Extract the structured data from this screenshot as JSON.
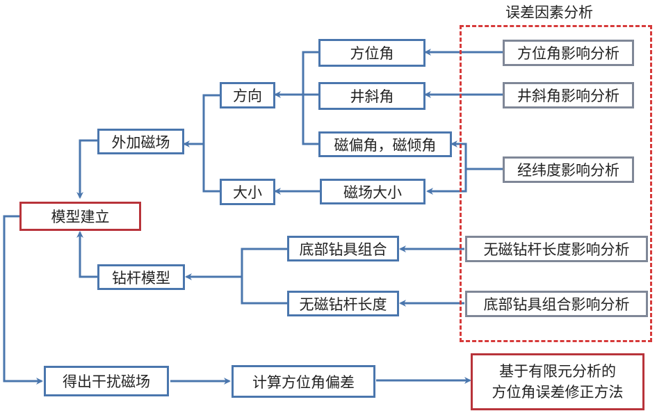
{
  "group": {
    "title": "误差因素分析"
  },
  "nodes": {
    "model": "模型建立",
    "external_field": "外加磁场",
    "direction": "方向",
    "magnitude": "大小",
    "azimuth": "方位角",
    "inclination": "井斜角",
    "declination_dip": "磁偏角，磁倾角",
    "field_magnitude": "磁场大小",
    "drill_model": "钻杆模型",
    "bha": "底部钻具组合",
    "nonmag_length": "无磁钻杆长度",
    "interference": "得出干扰磁场",
    "calc_deviation": "计算方位角偏差",
    "result_line1": "基于有限元分析的",
    "result_line2": "方位角误差修正方法"
  },
  "factors": {
    "azimuth": "方位角影响分析",
    "inclination": "井斜角影响分析",
    "latlon": "经纬度影响分析",
    "nonmag_length": "无磁钻杆长度影响分析",
    "bha": "底部钻具组合影响分析"
  },
  "colors": {
    "flow": "#4a76ad",
    "highlight": "#b8333a",
    "factor": "#7f8797",
    "group": "#d63a3a"
  }
}
